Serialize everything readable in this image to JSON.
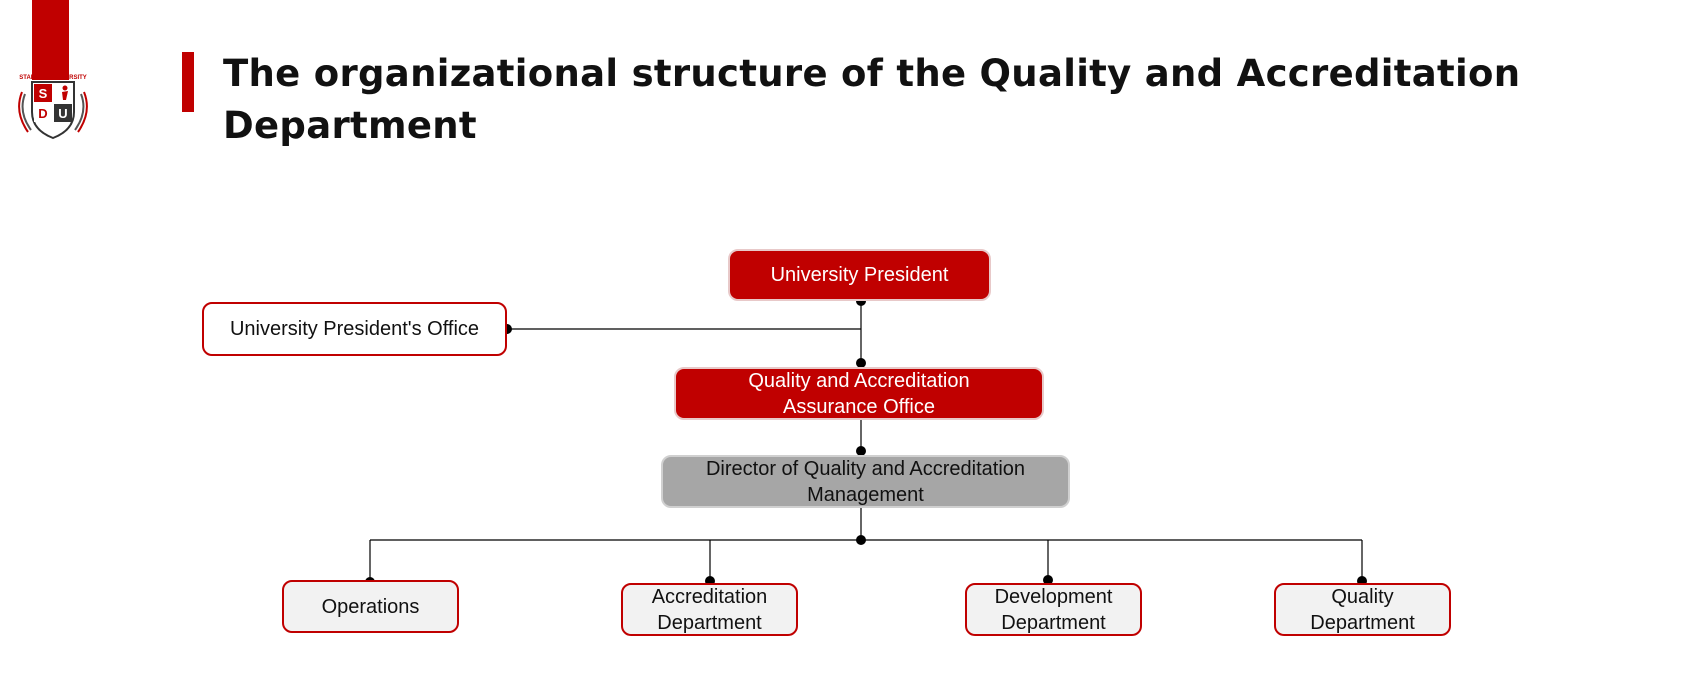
{
  "logo": {
    "wordmark": "STARDOM UNIVERSITY",
    "letters": [
      "S",
      "D",
      "U"
    ]
  },
  "title": "The organizational structure of the Quality and Accreditation Department",
  "colors": {
    "accent": "#c00000",
    "grey_box": "#a6a6a6",
    "light_box": "#f2f2f2",
    "line": "#000000"
  },
  "org": {
    "president": "University President",
    "president_office": "University President's Office",
    "qa_office": "Quality and Accreditation Assurance Office",
    "director": "Director of Quality and Accreditation Management",
    "departments": [
      "Operations",
      "Accreditation Department",
      "Development Department",
      "Quality Department"
    ]
  }
}
